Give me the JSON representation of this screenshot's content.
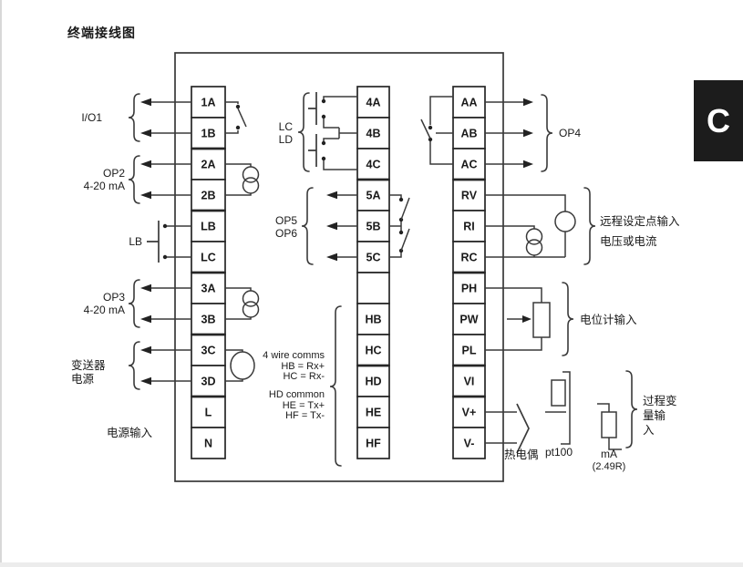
{
  "page": {
    "title": "终端接线图",
    "side_tab_letter": "C"
  },
  "terminals": {
    "left": [
      "1A",
      "1B",
      "2A",
      "2B",
      "LB",
      "LC",
      "3A",
      "3B",
      "3C",
      "3D",
      "L",
      "N"
    ],
    "middle": [
      "4A",
      "4B",
      "4C",
      "5A",
      "5B",
      "5C",
      "HB",
      "HC",
      "HD",
      "HE",
      "HF"
    ],
    "right": [
      "AA",
      "AB",
      "AC",
      "RV",
      "RI",
      "RC",
      "PH",
      "PW",
      "PL",
      "VI",
      "V+",
      "V-"
    ]
  },
  "labels": {
    "io1": "I/O1",
    "op2": "OP2",
    "op2_range": "4-20 mA",
    "lb_contact": "LB",
    "op3": "OP3",
    "op3_range": "4-20 mA",
    "transmitter_line1": "变送器",
    "transmitter_line2": "电源",
    "power_input": "电源输入",
    "lc": "LC",
    "ld": "LD",
    "op5": "OP5",
    "op6": "OP6",
    "comms_line1": "4 wire comms",
    "comms_line2": "HB = Rx+",
    "comms_line3": "HC = Rx-",
    "comms_line4": "HD common",
    "comms_line5": "HE = Tx+",
    "comms_line6": "HF = Tx-",
    "op4": "OP4",
    "remote_sp_line1": "远程设定点输入",
    "remote_sp_line2": "电压或电流",
    "potentiometer": "电位计输入",
    "thermocouple": "热电偶",
    "pt100": "pt100",
    "ma": "mA",
    "ma_resistor": "(2.49R)",
    "pv_line1": "过程变",
    "pv_line2": "量输",
    "pv_line3": "入"
  }
}
